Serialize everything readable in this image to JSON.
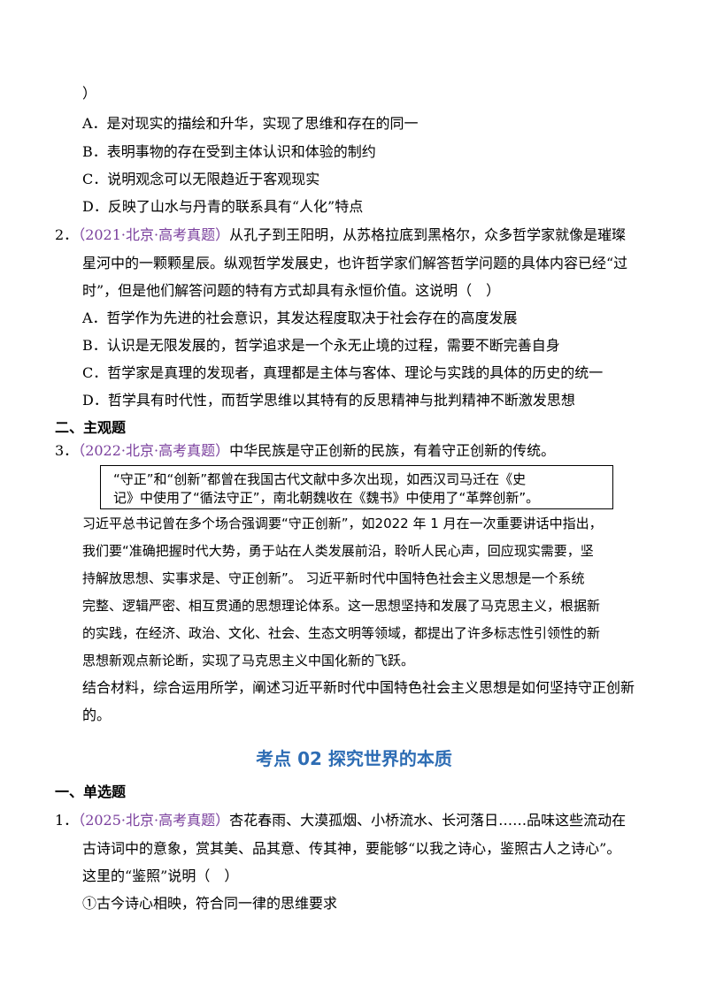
{
  "q1_tail": {
    "paren": "）",
    "options": [
      "A．是对现实的描绘和升华，实现了思维和存在的同一",
      "B．表明事物的存在受到主体认识和体验的制约",
      "C．说明观念可以无限趋近于客观现实",
      "D．反映了山水与丹青的联系具有“人化”特点"
    ]
  },
  "q2": {
    "number": "2．",
    "source": "（2021·北京·高考真题）",
    "text_line1": "从孔子到王阳明，从苏格拉底到黑格尔，众多哲学家就像是璀璨",
    "text_line2": "星河中的一颗颗星辰。纵观哲学发展史，也许哲学家们解答哲学问题的具体内容已经“过",
    "text_line3": "时”，但是他们解答问题的特有方式却具有永恒价值。这说明（　）",
    "options": [
      "A．哲学作为先进的社会意识，其发达程度取决于社会存在的高度发展",
      "B．认识是无限发展的，哲学追求是一个永无止境的过程，需要不断完善自身",
      "C．哲学家是真理的发现者，真理都是主体与客体、理论与实践的具体的历史的统一",
      "D．哲学具有时代性，而哲学思维以其特有的反思精神与批判精神不断激发思想"
    ]
  },
  "section2_title": "二、主观题",
  "q3": {
    "number": "3．",
    "source": "（2022·北京·高考真题）",
    "intro": "中华民族是守正创新的民族，有着守正创新的传统。",
    "box_line1": "“守正”和“创新”都曾在我国古代文献中多次出现，如西汉司马迁在《史",
    "box_line2": "记》中使用了“循法守正”，南北朝魏收在《魏书》中使用了“革弊创新”。",
    "para_lines": [
      "习近平总书记曾在多个场合强调要“守正创新”，如2022 年 1 月在一次重要讲话中指出，",
      "我们要“准确把握时代大势，勇于站在人类发展前沿，聆听人民心声，回应现实需要，坚",
      "持解放思想、实事求是、守正创新”。 习近平新时代中国特色社会主义思想是一个系统",
      "完整、逻辑严密、相互贯通的思想理论体系。这一思想坚持和发展了马克思主义，根据新",
      "的实践，在经济、政治、文化、社会、生态文明等领域，都提出了许多标志性引领性的新",
      "思想新观点新论断，实现了马克思主义中国化新的飞跃。"
    ],
    "task_line1": "结合材料，综合运用所学，阐述习近平新时代中国特色社会主义思想是如何坚持守正创新",
    "task_line2": "的。"
  },
  "topic_heading": "考点 02  探究世界的本质",
  "section1_title": "一、单选题",
  "q1b": {
    "number": "1．",
    "source": "（2025·北京·高考真题）",
    "text_line1": "杏花春雨、大漠孤烟、小桥流水、长河落日……品味这些流动在",
    "text_line2": "古诗词中的意象，赏其美、品其意、传其神，要能够“以我之诗心，鉴照古人之诗心”。",
    "text_line3": "这里的“鉴照”说明（　）",
    "option1": "①古今诗心相映，符合同一律的思维要求"
  },
  "colors": {
    "source": "#7a3f9d",
    "heading": "#2e6db4"
  }
}
